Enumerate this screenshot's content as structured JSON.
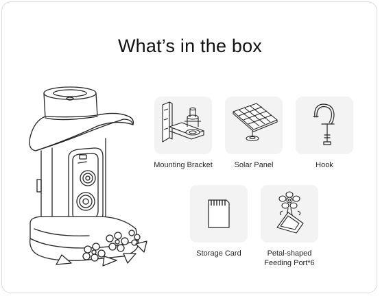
{
  "title": "What’s in the box",
  "items": [
    {
      "icon": "mounting-bracket-icon",
      "label": "Mounting Bracket"
    },
    {
      "icon": "solar-panel-icon",
      "label": "Solar Panel"
    },
    {
      "icon": "hook-icon",
      "label": "Hook"
    },
    {
      "icon": "storage-card-icon",
      "label": "Storage Card"
    },
    {
      "icon": "petal-feeding-port-icon",
      "label_line1": "Petal-shaped",
      "label_line2": "Feeding Port*6"
    }
  ],
  "colors": {
    "tile_bg": "#f3f3f3",
    "line": "#222222",
    "card_border": "#dcdcdc"
  }
}
